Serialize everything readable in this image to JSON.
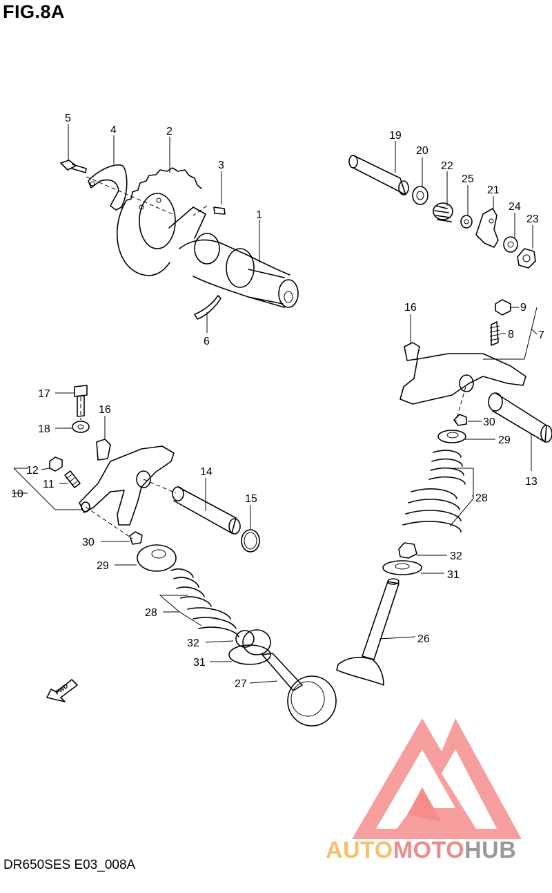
{
  "figure": {
    "title": "FIG.8A",
    "code": "DR650SES E03_008A"
  },
  "parts": {
    "p1": "1",
    "p2": "2",
    "p3": "3",
    "p4": "4",
    "p5": "5",
    "p6": "6",
    "p7": "7",
    "p8": "8",
    "p9": "9",
    "p10": "10",
    "p11": "11",
    "p12": "12",
    "p13": "13",
    "p14": "14",
    "p15": "15",
    "p16a": "16",
    "p16b": "16",
    "p17": "17",
    "p18": "18",
    "p19": "19",
    "p20": "20",
    "p21": "21",
    "p22": "22",
    "p23": "23",
    "p24": "24",
    "p25": "25",
    "p26": "26",
    "p27": "27",
    "p28a": "28",
    "p28b": "28",
    "p29a": "29",
    "p29b": "29",
    "p30a": "30",
    "p30b": "30",
    "p31a": "31",
    "p31b": "31",
    "p32a": "32",
    "p32b": "32"
  },
  "fwd_label": "FWD",
  "watermark": {
    "part1": "AUTO",
    "part2": "MOTO",
    "part3": "HUB",
    "color1": "#f5c16c",
    "color2": "#f08a8a",
    "color3": "#9a9a9a",
    "logo_color": "#f26b6b"
  }
}
